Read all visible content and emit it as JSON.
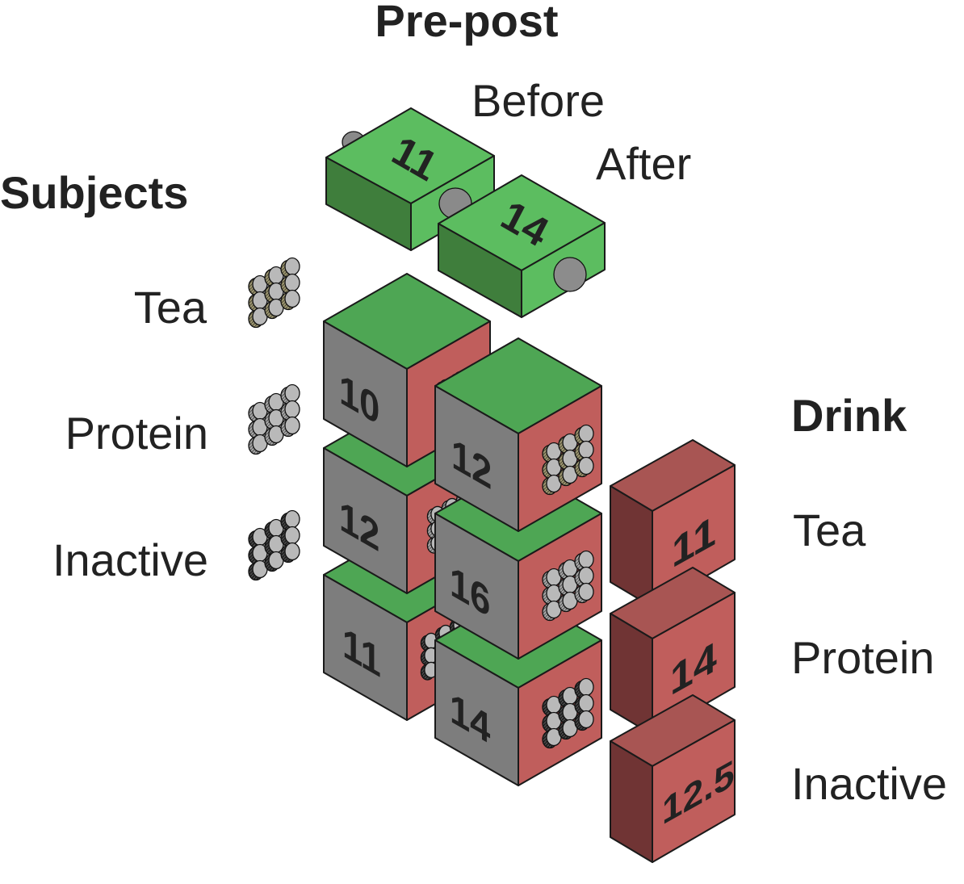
{
  "headings": {
    "prepost": "Pre-post",
    "subjects": "Subjects",
    "drink": "Drink"
  },
  "prepost_labels": {
    "before": "Before",
    "after": "After"
  },
  "subject_labels": {
    "tea": "Tea",
    "protein": "Protein",
    "inactive": "Inactive"
  },
  "drink_labels": {
    "tea": "Tea",
    "protein": "Protein",
    "inactive": "Inactive"
  },
  "prepost_cubes": {
    "before": "11",
    "after": "14"
  },
  "cube_values": {
    "back": {
      "tea": "10",
      "protein": "12",
      "inactive": "11"
    },
    "front": {
      "tea": "12",
      "protein": "16",
      "inactive": "14"
    }
  },
  "drink_cubes": {
    "tea": "11",
    "protein": "14",
    "inactive": "12.5"
  },
  "colors": {
    "green_top": "#4ea654",
    "green_light": "#5cbd60",
    "green_dark": "#3f7e3c",
    "red_face": "#c05e5c",
    "red_top": "#a85553",
    "red_dark": "#703434",
    "gray_face": "#7d7d7d",
    "disk_tea": "#8c8660",
    "disk_protein": "#9a9a9a",
    "disk_inactive": "#3a3a3a"
  }
}
